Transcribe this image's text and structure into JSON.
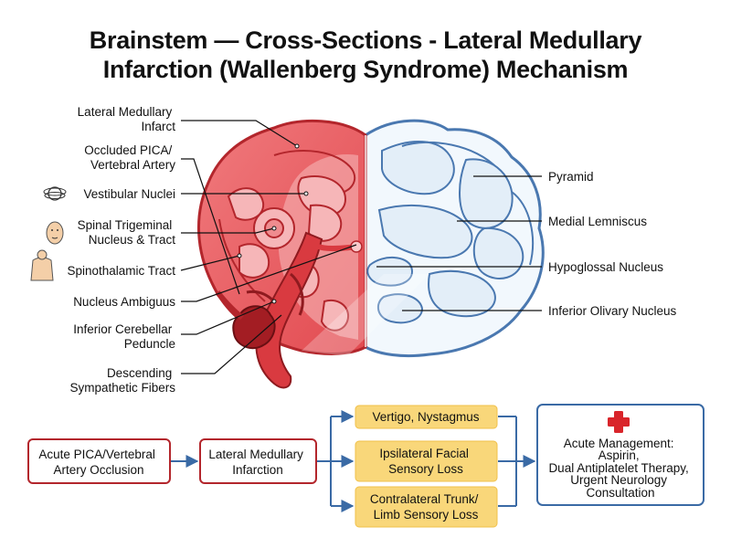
{
  "title": {
    "line1": "Brainstem — Cross-Sections - Lateral Medullary",
    "line2": "Infarction (Wallenberg Syndrome) Mechanism"
  },
  "left_labels": [
    {
      "lines": [
        "Lateral Medullary",
        "Infarct"
      ]
    },
    {
      "lines": [
        "Occluded PICA/",
        "Vertebral Artery"
      ]
    },
    {
      "lines": [
        "Vestibular Nuclei"
      ],
      "icon": "vertigo-head-icon"
    },
    {
      "lines": [
        "Spinal Trigeminal",
        "Nucleus & Tract"
      ],
      "icon": "face-icon"
    },
    {
      "lines": [
        "Spinothalamic Tract"
      ],
      "icon": "torso-icon"
    },
    {
      "lines": [
        "Nucleus Ambiguus"
      ]
    },
    {
      "lines": [
        "Inferior Cerebellar",
        "Peduncle"
      ]
    },
    {
      "lines": [
        "Descending",
        "Sympathetic Fibers"
      ]
    }
  ],
  "right_labels": [
    "Pyramid",
    "Medial Lemniscus",
    "Hypoglossal Nucleus",
    "Inferior Olivary Nucleus"
  ],
  "flow": {
    "cause": [
      "Acute PICA/Vertebral",
      "Artery Occlusion"
    ],
    "lesion": [
      "Lateral Medullary",
      "Infarction"
    ],
    "symptoms": [
      [
        "Vertigo, Nystagmus"
      ],
      [
        "Ipsilateral Facial",
        "Sensory Loss"
      ],
      [
        "Contralateral Trunk/",
        "Limb Sensory Loss"
      ]
    ],
    "management": [
      "Acute Management:",
      "Aspirin,",
      "Dual Antiplatelet Therapy,",
      "Urgent Neurology",
      "Consultation"
    ]
  },
  "colors": {
    "infarct_red": "#e8555a",
    "dark_red": "#b3262c",
    "healthy_blue": "#4a78b0",
    "healthy_fill": "#eef5fb",
    "symptom_yellow": "#f9d77a",
    "accent_red_cross": "#d9252b"
  }
}
